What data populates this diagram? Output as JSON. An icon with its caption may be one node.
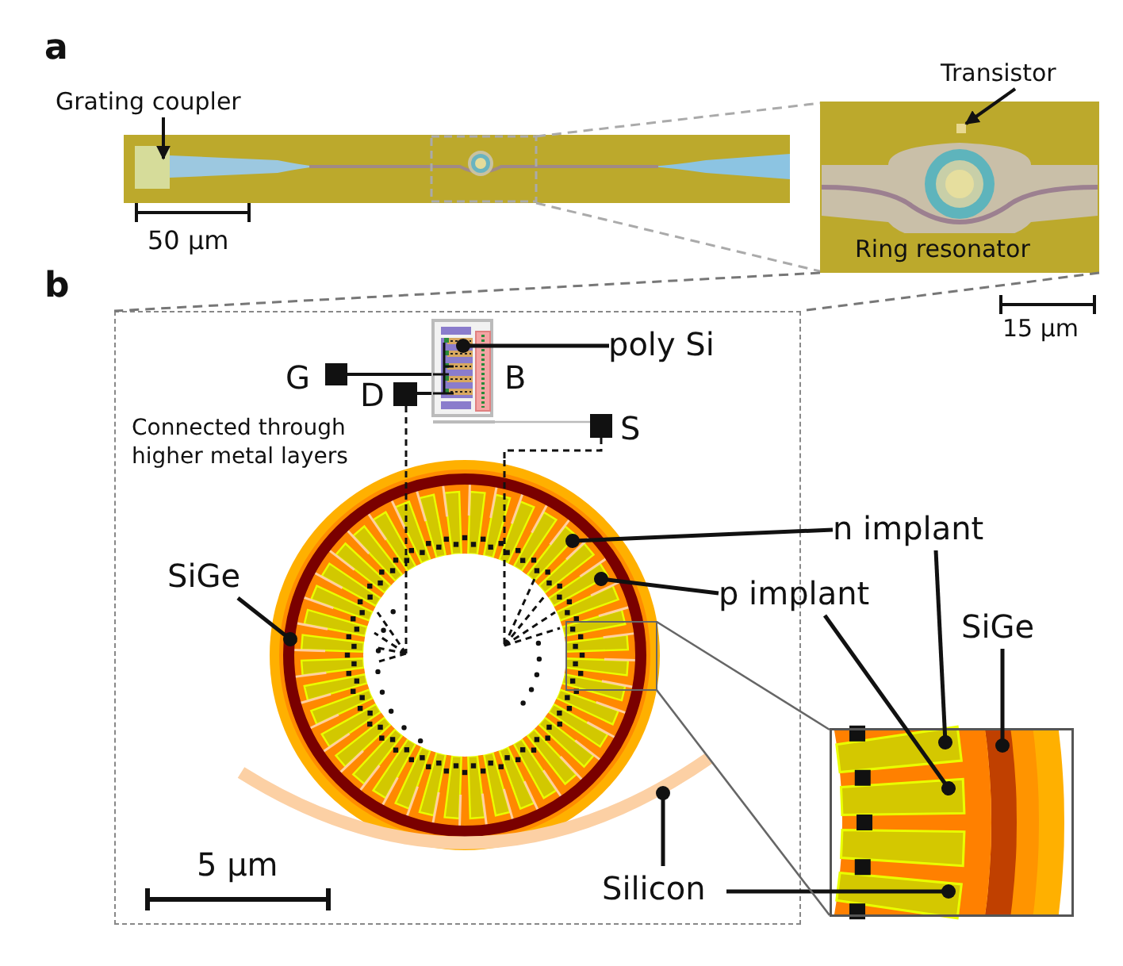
{
  "diagram": {
    "nodes": [
      {
        "text": [
          "Grating coupler"
        ]
      },
      {
        "text": [],
        "shape": "picture"
      },
      {
        "text": [],
        "shape": "box",
        "in": 1
      },
      {
        "text": [
          "Transistor"
        ]
      },
      {
        "text": [
          "Ring resonator"
        ]
      },
      {
        "text": [],
        "shape": "box",
        "in": 4
      },
      {
        "text": [],
        "shape": "box"
      },
      {
        "text": [],
        "shape": "picture",
        "beside": [
          "B"
        ],
        "in": 6
      },
      {
        "text": [],
        "shape": "box",
        "beside": [
          "G"
        ],
        "in": 6
      },
      {
        "text": [],
        "shape": "box",
        "beside": [
          "D"
        ],
        "in": 6
      },
      {
        "text": [],
        "shape": "box",
        "beside": [
          "S"
        ],
        "in": 6
      },
      {
        "text": [
          "poly Si"
        ],
        "in": 6
      },
      {
        "text": [],
        "shape": "picture",
        "in": 6
      },
      {
        "text": [
          "n implant"
        ]
      },
      {
        "text": [
          "p implant"
        ]
      },
      {
        "text": [
          "SiGe"
        ],
        "in": 6
      },
      {
        "text": [
          "SiGe"
        ]
      },
      {
        "text": [],
        "shape": "picture",
        "in": 6
      },
      {
        "text": [],
        "shape": "picture"
      },
      {
        "text": [
          "Silicon"
        ],
        "in": 6
      }
    ],
    "edges": [
      {
        "from": 0,
        "to": 2,
        "arrow": "to"
      },
      {
        "from": 3,
        "to": 5,
        "arrow": "to"
      },
      {
        "from": 1,
        "to": 4,
        "arrow": "none",
        "style": "dashed",
        "color": "#aaaaaa"
      },
      {
        "from": 1,
        "to": 4,
        "arrow": "none",
        "style": "dashed",
        "color": "#aaaaaa"
      },
      {
        "from": 4,
        "to": 6,
        "arrow": "none",
        "style": "dashed",
        "color": "#777777"
      },
      {
        "from": 4,
        "to": 6,
        "arrow": "none",
        "style": "dashed",
        "color": "#777777"
      },
      {
        "from": 11,
        "to": 7,
        "arrow": "other"
      },
      {
        "from": 8,
        "to": 7,
        "arrow": "none"
      },
      {
        "from": 9,
        "to": 7,
        "arrow": "none"
      },
      {
        "from": 10,
        "to": 7,
        "arrow": "none",
        "color": "#bbbbbb"
      },
      {
        "from": 9,
        "to": 12,
        "arrow": "none",
        "style": "dashed"
      },
      {
        "from": 10,
        "to": 12,
        "arrow": "none",
        "style": "dashed"
      },
      {
        "from": 13,
        "to": 12,
        "arrow": "other"
      },
      {
        "from": 13,
        "to": 18,
        "arrow": "other"
      },
      {
        "from": 14,
        "to": 12,
        "arrow": "other"
      },
      {
        "from": 14,
        "to": 18,
        "arrow": "other"
      },
      {
        "from": 15,
        "to": 12,
        "arrow": "other"
      },
      {
        "from": 16,
        "to": 18,
        "arrow": "other"
      },
      {
        "from": 19,
        "to": 17,
        "arrow": "other"
      },
      {
        "from": 19,
        "to": 18,
        "arrow": "other"
      },
      {
        "from": 12,
        "to": 18,
        "arrow": "none",
        "color": "#666666"
      },
      {
        "from": 12,
        "to": 18,
        "arrow": "none",
        "color": "#666666"
      }
    ],
    "labels": [
      "a",
      "50 µm",
      "15 µm",
      "b",
      "Connected through higher metal layers",
      "5 µm"
    ]
  }
}
